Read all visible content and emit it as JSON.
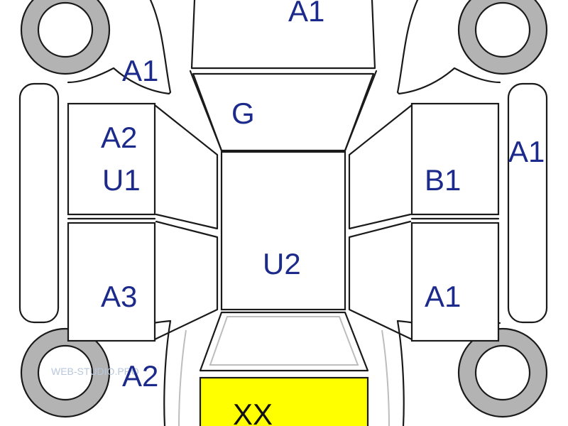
{
  "colors": {
    "code_text": "#1c2a8c",
    "tire": "#b3b3b3",
    "highlight": "#ffff00",
    "outline": "#1a1a1a"
  },
  "watermark": "WEB-STUDIO.PRO",
  "codes": {
    "roof_front": "A1",
    "fender_front_left": "A1",
    "windshield": "G",
    "door_front_left_1": "A2",
    "door_front_left_2": "U1",
    "door_rear_left": "A3",
    "fender_rear_left": "A2",
    "sill_right": "A1",
    "door_front_right": "B1",
    "door_rear_right": "A1",
    "roof": "U2",
    "trunk": "XX"
  }
}
